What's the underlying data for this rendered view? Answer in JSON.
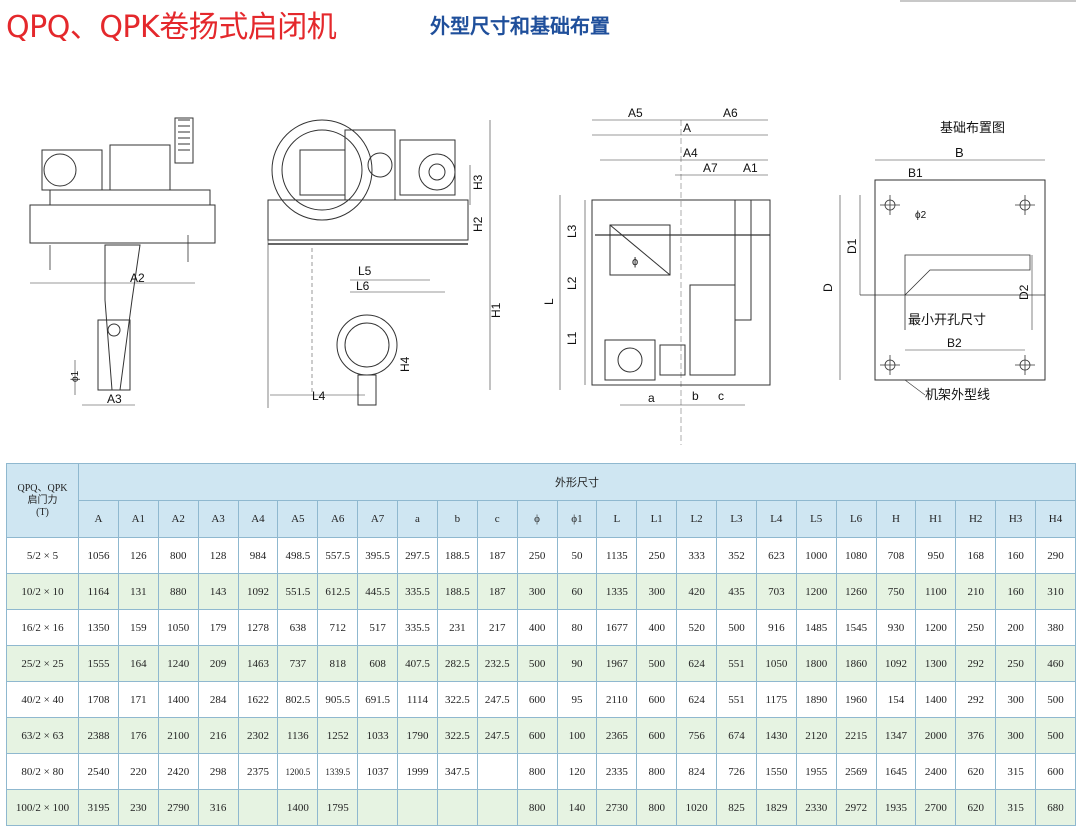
{
  "title": "QPQ、QPK卷扬式启闭机",
  "subtitle": "外型尺寸和基础布置",
  "drawing_labels": {
    "A": "A",
    "A1": "A1",
    "A2": "A2",
    "A3": "A3",
    "A4": "A4",
    "A5": "A5",
    "A6": "A6",
    "A7": "A7",
    "B": "B",
    "B1": "B1",
    "B2": "B2",
    "D": "D",
    "D1": "D1",
    "D2": "D2",
    "H1": "H1",
    "H2": "H2",
    "H3": "H3",
    "H4": "H4",
    "L": "L",
    "L1": "L1",
    "L2": "L2",
    "L3": "L3",
    "L4": "L4",
    "L5": "L5",
    "L6": "L6",
    "a": "a",
    "b": "b",
    "c": "c",
    "phi": "ϕ",
    "phi1": "ϕ1",
    "phi2": "ϕ2",
    "foundation_title": "基础布置图",
    "min_opening": "最小开孔尺寸",
    "frame_outline": "机架外型线"
  },
  "table": {
    "corner": [
      "QPQ、QPK",
      "启门力",
      "(T)"
    ],
    "group_header": "外形尺寸",
    "columns": [
      "A",
      "A1",
      "A2",
      "A3",
      "A4",
      "A5",
      "A6",
      "A7",
      "a",
      "b",
      "c",
      "ϕ",
      "ϕ1",
      "L",
      "L1",
      "L2",
      "L3",
      "L4",
      "L5",
      "L6",
      "H",
      "H1",
      "H2",
      "H3",
      "H4"
    ],
    "rows": [
      {
        "label": "5/2 × 5",
        "values": [
          "1056",
          "126",
          "800",
          "128",
          "984",
          "498.5",
          "557.5",
          "395.5",
          "297.5",
          "188.5",
          "187",
          "250",
          "50",
          "1135",
          "250",
          "333",
          "352",
          "623",
          "1000",
          "1080",
          "708",
          "950",
          "168",
          "160",
          "290"
        ]
      },
      {
        "label": "10/2 × 10",
        "values": [
          "1164",
          "131",
          "880",
          "143",
          "1092",
          "551.5",
          "612.5",
          "445.5",
          "335.5",
          "188.5",
          "187",
          "300",
          "60",
          "1335",
          "300",
          "420",
          "435",
          "703",
          "1200",
          "1260",
          "750",
          "1100",
          "210",
          "160",
          "310"
        ]
      },
      {
        "label": "16/2 × 16",
        "values": [
          "1350",
          "159",
          "1050",
          "179",
          "1278",
          "638",
          "712",
          "517",
          "335.5",
          "231",
          "217",
          "400",
          "80",
          "1677",
          "400",
          "520",
          "500",
          "916",
          "1485",
          "1545",
          "930",
          "1200",
          "250",
          "200",
          "380"
        ]
      },
      {
        "label": "25/2 × 25",
        "values": [
          "1555",
          "164",
          "1240",
          "209",
          "1463",
          "737",
          "818",
          "608",
          "407.5",
          "282.5",
          "232.5",
          "500",
          "90",
          "1967",
          "500",
          "624",
          "551",
          "1050",
          "1800",
          "1860",
          "1092",
          "1300",
          "292",
          "250",
          "460"
        ]
      },
      {
        "label": "40/2 × 40",
        "values": [
          "1708",
          "171",
          "1400",
          "284",
          "1622",
          "802.5",
          "905.5",
          "691.5",
          "1114",
          "322.5",
          "247.5",
          "600",
          "95",
          "2110",
          "600",
          "624",
          "551",
          "1175",
          "1890",
          "1960",
          "154",
          "1400",
          "292",
          "300",
          "500"
        ]
      },
      {
        "label": "63/2 × 63",
        "values": [
          "2388",
          "176",
          "2100",
          "216",
          "2302",
          "1136",
          "1252",
          "1033",
          "1790",
          "322.5",
          "247.5",
          "600",
          "100",
          "2365",
          "600",
          "756",
          "674",
          "1430",
          "2120",
          "2215",
          "1347",
          "2000",
          "376",
          "300",
          "500"
        ]
      },
      {
        "label": "80/2 × 80",
        "values": [
          "2540",
          "220",
          "2420",
          "298",
          "2375",
          "1200.5",
          "1339.5",
          "1037",
          "1999",
          "347.5",
          "",
          "800",
          "120",
          "2335",
          "800",
          "824",
          "726",
          "1550",
          "1955",
          "2569",
          "1645",
          "2400",
          "620",
          "315",
          "600"
        ]
      },
      {
        "label": "100/2 × 100",
        "values": [
          "3195",
          "230",
          "2790",
          "316",
          "",
          "1400",
          "1795",
          "",
          "",
          "",
          "",
          "800",
          "140",
          "2730",
          "800",
          "1020",
          "825",
          "1829",
          "2330",
          "2972",
          "1935",
          "2700",
          "620",
          "315",
          "680"
        ]
      }
    ]
  }
}
